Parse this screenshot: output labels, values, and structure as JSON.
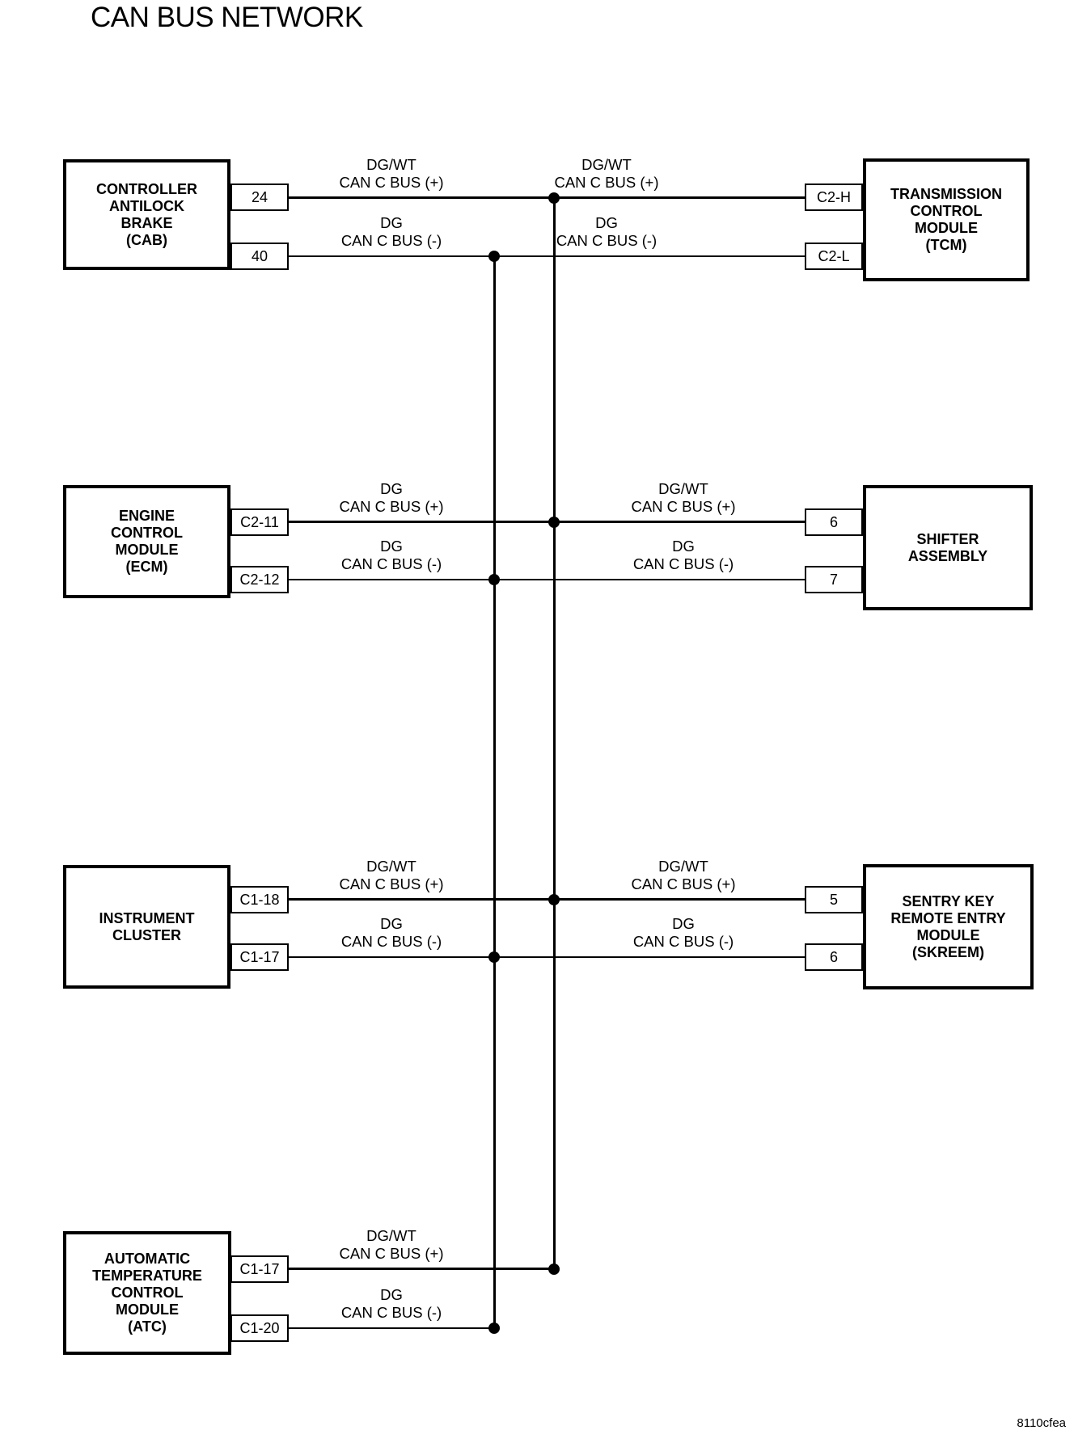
{
  "title": "CAN BUS NETWORK",
  "caption": "8110cfea",
  "colors": {
    "line": "#000000",
    "background": "#ffffff"
  },
  "modules": {
    "cab": {
      "lines": [
        "CONTROLLER",
        "ANTILOCK",
        "BRAKE",
        "(CAB)"
      ],
      "pins": [
        {
          "label": "24"
        },
        {
          "label": "40"
        }
      ]
    },
    "tcm": {
      "lines": [
        "TRANSMISSION",
        "CONTROL",
        "MODULE",
        "(TCM)"
      ],
      "pins": [
        {
          "label": "C2-H"
        },
        {
          "label": "C2-L"
        }
      ]
    },
    "ecm": {
      "lines": [
        "ENGINE",
        "CONTROL",
        "MODULE",
        "(ECM)"
      ],
      "pins": [
        {
          "label": "C2-11"
        },
        {
          "label": "C2-12"
        }
      ]
    },
    "shifter": {
      "lines": [
        "SHIFTER",
        "ASSEMBLY"
      ],
      "pins": [
        {
          "label": "6"
        },
        {
          "label": "7"
        }
      ]
    },
    "cluster": {
      "lines": [
        "INSTRUMENT",
        "CLUSTER"
      ],
      "pins": [
        {
          "label": "C1-18"
        },
        {
          "label": "C1-17"
        }
      ]
    },
    "skreem": {
      "lines": [
        "SENTRY KEY",
        "REMOTE ENTRY",
        "MODULE",
        "(SKREEM)"
      ],
      "pins": [
        {
          "label": "5"
        },
        {
          "label": "6"
        }
      ]
    },
    "atc": {
      "lines": [
        "AUTOMATIC",
        "TEMPERATURE",
        "CONTROL",
        "MODULE",
        "(ATC)"
      ],
      "pins": [
        {
          "label": "C1-17"
        },
        {
          "label": "C1-20"
        }
      ]
    }
  },
  "wire_labels": {
    "r1_left_plus": {
      "color": "DG/WT",
      "signal": "CAN C BUS (+)"
    },
    "r1_left_minus": {
      "color": "DG",
      "signal": "CAN C BUS (-)"
    },
    "r1_right_plus": {
      "color": "DG/WT",
      "signal": "CAN C BUS (+)"
    },
    "r1_right_minus": {
      "color": "DG",
      "signal": "CAN C BUS (-)"
    },
    "r2_left_plus": {
      "color": "DG",
      "signal": "CAN C BUS (+)"
    },
    "r2_left_minus": {
      "color": "DG",
      "signal": "CAN C BUS (-)"
    },
    "r2_right_plus": {
      "color": "DG/WT",
      "signal": "CAN C BUS (+)"
    },
    "r2_right_minus": {
      "color": "DG",
      "signal": "CAN C BUS (-)"
    },
    "r3_left_plus": {
      "color": "DG/WT",
      "signal": "CAN C BUS (+)"
    },
    "r3_left_minus": {
      "color": "DG",
      "signal": "CAN C BUS (-)"
    },
    "r3_right_plus": {
      "color": "DG/WT",
      "signal": "CAN C BUS (+)"
    },
    "r3_right_minus": {
      "color": "DG",
      "signal": "CAN C BUS (-)"
    },
    "r4_left_plus": {
      "color": "DG/WT",
      "signal": "CAN C BUS (+)"
    },
    "r4_left_minus": {
      "color": "DG",
      "signal": "CAN C BUS (-)"
    }
  }
}
